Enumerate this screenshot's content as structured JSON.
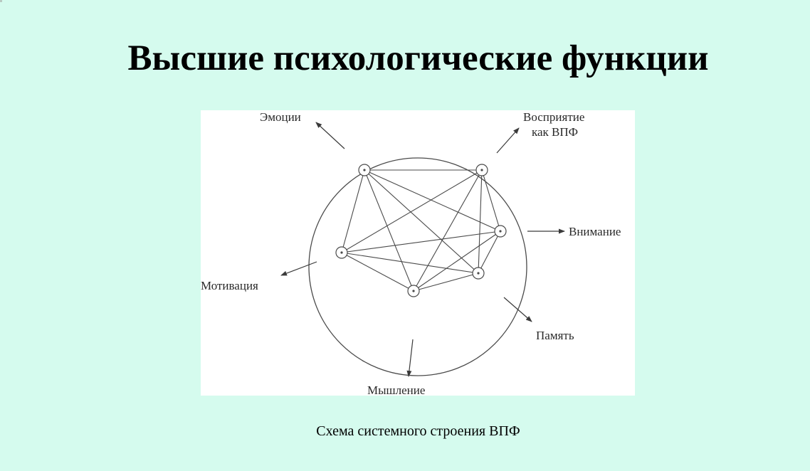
{
  "slide": {
    "title": "Высшие психологические функции",
    "caption": "Схема системного строения ВПФ"
  },
  "diagram": {
    "labels": {
      "emotions": "Эмоции",
      "perception_line1": "Восприятие",
      "perception_line2": "как ВПФ",
      "attention": "Внимание",
      "memory": "Память",
      "thinking": "Мышление",
      "motivation": "Мотивация"
    },
    "colors": {
      "background": "#d5fbee",
      "panel": "#ffffff",
      "stroke": "#4a4a4a"
    }
  }
}
